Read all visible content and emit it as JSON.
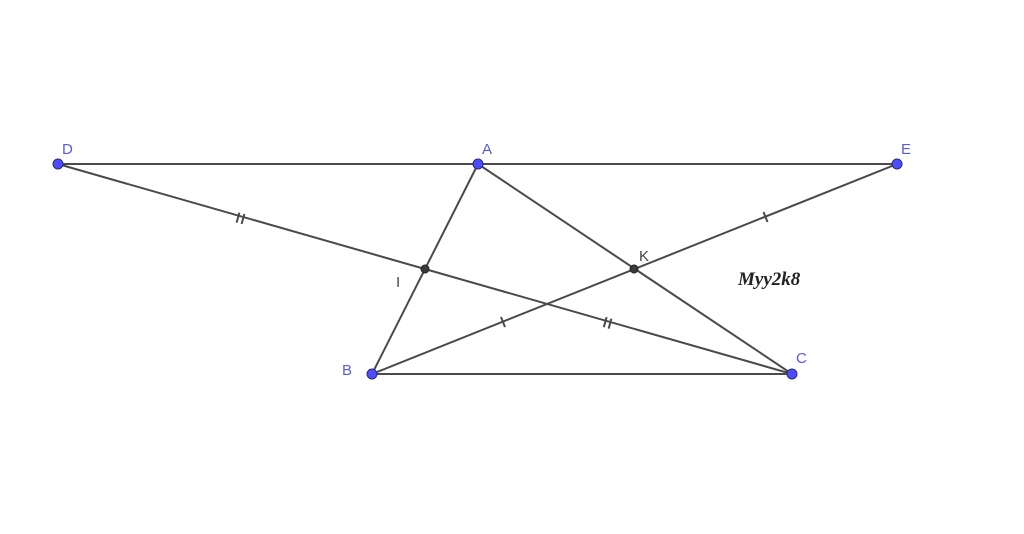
{
  "figure": {
    "accent_point_color": "#4d4dff",
    "label_color": "#5a5ae0",
    "points": {
      "A": "A",
      "B": "B",
      "C": "C",
      "D": "D",
      "E": "E",
      "I": "I",
      "K": "K"
    },
    "watermark": "Myy2k8"
  }
}
